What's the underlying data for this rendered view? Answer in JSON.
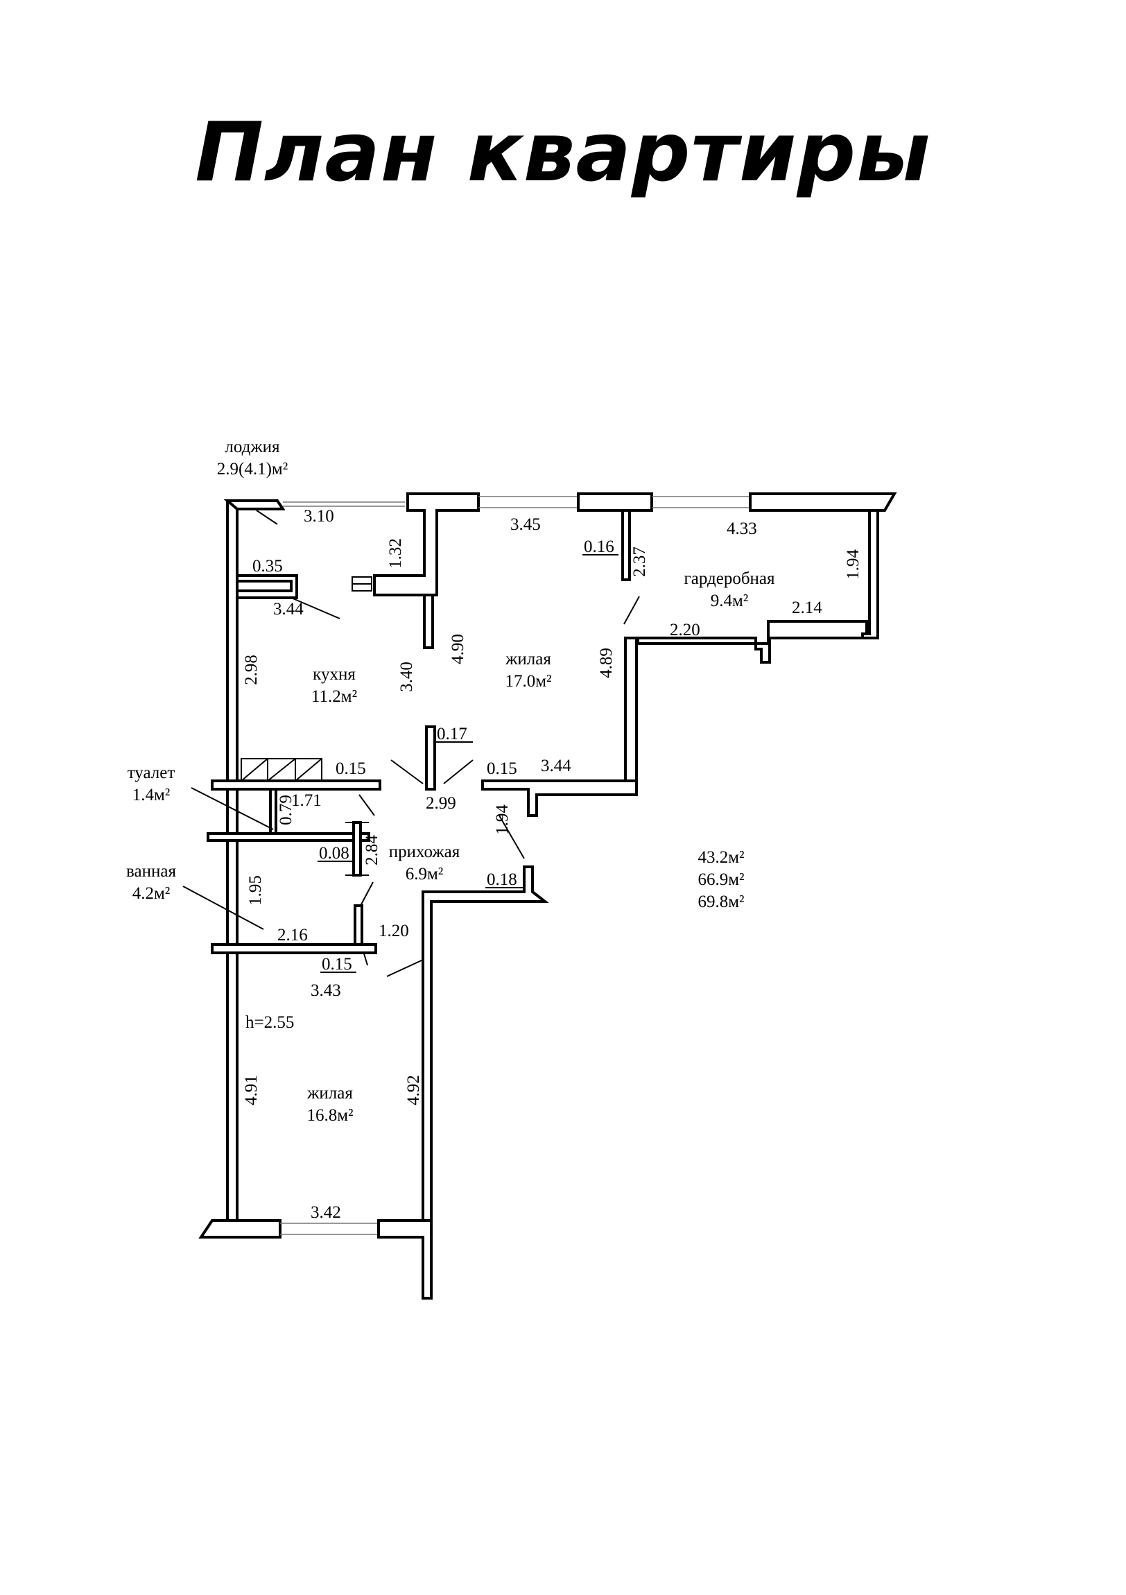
{
  "title": "План квартиры",
  "rooms": {
    "loggia": {
      "name": "лоджия",
      "area": "2.9(4.1)м²"
    },
    "kitchen": {
      "name": "кухня",
      "area": "11.2м²"
    },
    "living1": {
      "name": "жилая",
      "area": "17.0м²"
    },
    "wardrobe": {
      "name": "гардеробная",
      "area": "9.4м²"
    },
    "toilet": {
      "name": "туалет",
      "area": "1.4м²"
    },
    "hall": {
      "name": "прихожая",
      "area": "6.9м²"
    },
    "bath": {
      "name": "ванная",
      "area": "4.2м²"
    },
    "living2": {
      "name": "жилая",
      "area": "16.8м²"
    }
  },
  "totals": [
    "43.2м²",
    "66.9м²",
    "69.8м²"
  ],
  "ceiling_height": "h=2.55",
  "dimensions": {
    "loggia_w": "3.10",
    "loggia_d": "1.32",
    "top_living": "3.45",
    "wall1": "0.16",
    "wardrobe_w": "4.33",
    "wardrobe_h": "2.37",
    "wardrobe_right": "1.94",
    "wardrobe_bottom": "2.14",
    "wardrobe_low": "2.20",
    "kitchen_top_wall": "0.35",
    "kitchen_w": "3.44",
    "kitchen_l": "2.98",
    "kitchen_r": "3.40",
    "living_l": "4.90",
    "living_r": "4.89",
    "partition": "0.17",
    "wall2": "0.15",
    "wall3": "0.15",
    "living_bottom": "3.44",
    "hall_w": "2.99",
    "toilet_w": "1.71",
    "toilet_h": "0.79",
    "hall_right": "1.94",
    "bath_wall": "0.08",
    "hall_h": "2.84",
    "hall_wall": "0.18",
    "bath_h": "1.95",
    "bath_w": "2.16",
    "door": "1.20",
    "wall4": "0.15",
    "living2_top": "3.43",
    "living2_l": "4.91",
    "living2_r": "4.92",
    "living2_bottom": "3.42"
  }
}
